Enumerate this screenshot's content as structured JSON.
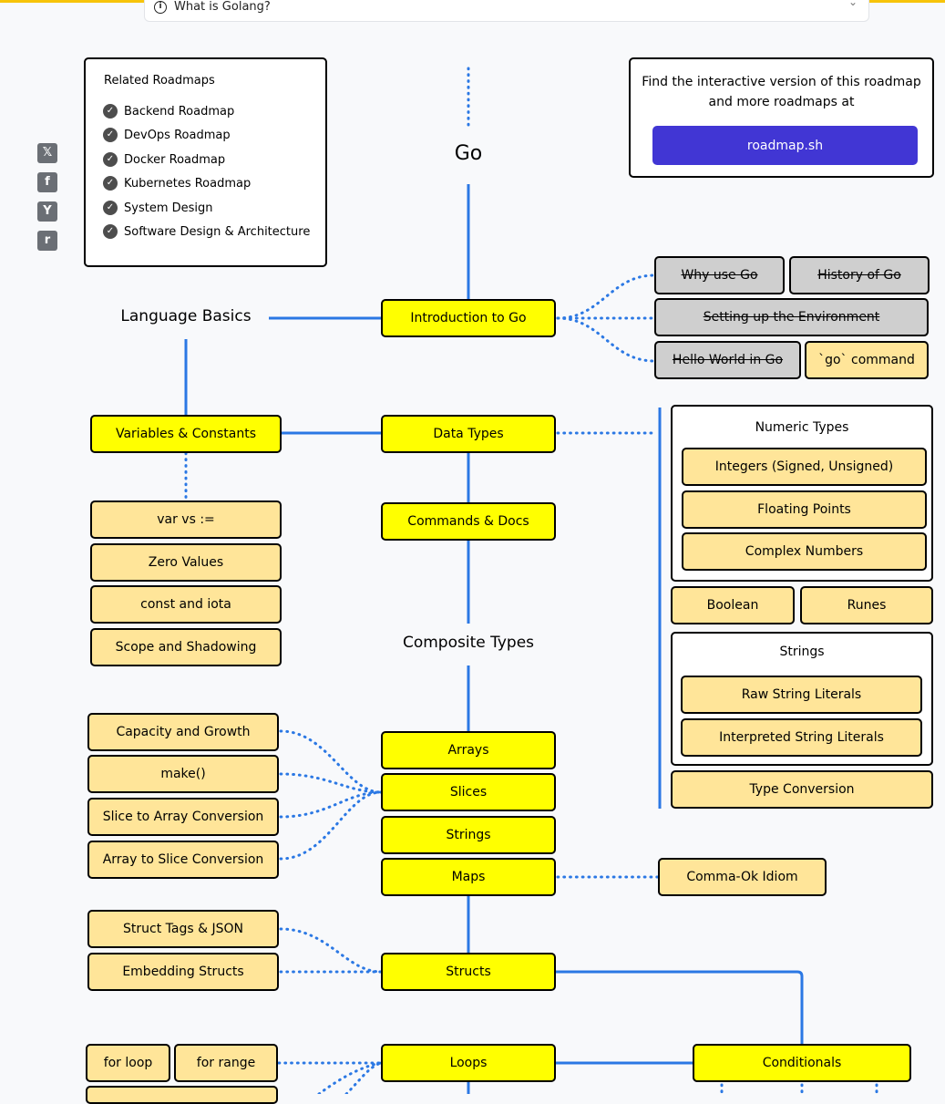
{
  "faq": {
    "question": "What is Golang?"
  },
  "related": {
    "title": "Related Roadmaps",
    "items": [
      "Backend Roadmap",
      "DevOps Roadmap",
      "Docker Roadmap",
      "Kubernetes Roadmap",
      "System Design",
      "Software Design & Architecture"
    ]
  },
  "promo": {
    "text": "Find the interactive version of this roadmap and more roadmaps at",
    "button": "roadmap.sh"
  },
  "social": {
    "x": "𝕏",
    "facebook": "f",
    "hackernews": "Y",
    "reddit": "r"
  },
  "roadmap": {
    "title": "Go",
    "language_basics": "Language Basics",
    "intro": "Introduction to Go",
    "why_use_go": "Why use Go",
    "history": "History of Go",
    "setup_env": "Setting up the Environment",
    "hello_world": "Hello World in Go",
    "go_command": "`go` command",
    "variables": "Variables & Constants",
    "data_types": "Data Types",
    "var_vs": "var vs :=",
    "zero_values": "Zero Values",
    "const_iota": "const and iota",
    "scope": "Scope and Shadowing",
    "commands_docs": "Commands & Docs",
    "composite_types": "Composite Types",
    "numeric_types": "Numeric Types",
    "integers": "Integers (Signed, Unsigned)",
    "floating": "Floating Points",
    "complex": "Complex Numbers",
    "boolean": "Boolean",
    "runes": "Runes",
    "strings_group": "Strings",
    "raw_strings": "Raw String Literals",
    "interpreted_strings": "Interpreted String Literals",
    "type_conversion": "Type Conversion",
    "capacity": "Capacity and Growth",
    "make": "make()",
    "slice_to_array": "Slice to Array Conversion",
    "array_to_slice": "Array to Slice Conversion",
    "arrays": "Arrays",
    "slices": "Slices",
    "strings": "Strings",
    "maps": "Maps",
    "comma_ok": "Comma-Ok Idiom",
    "struct_tags": "Struct Tags & JSON",
    "embedding": "Embedding Structs",
    "structs": "Structs",
    "for_loop": "for loop",
    "for_range": "for range",
    "loops": "Loops",
    "conditionals": "Conditionals"
  }
}
